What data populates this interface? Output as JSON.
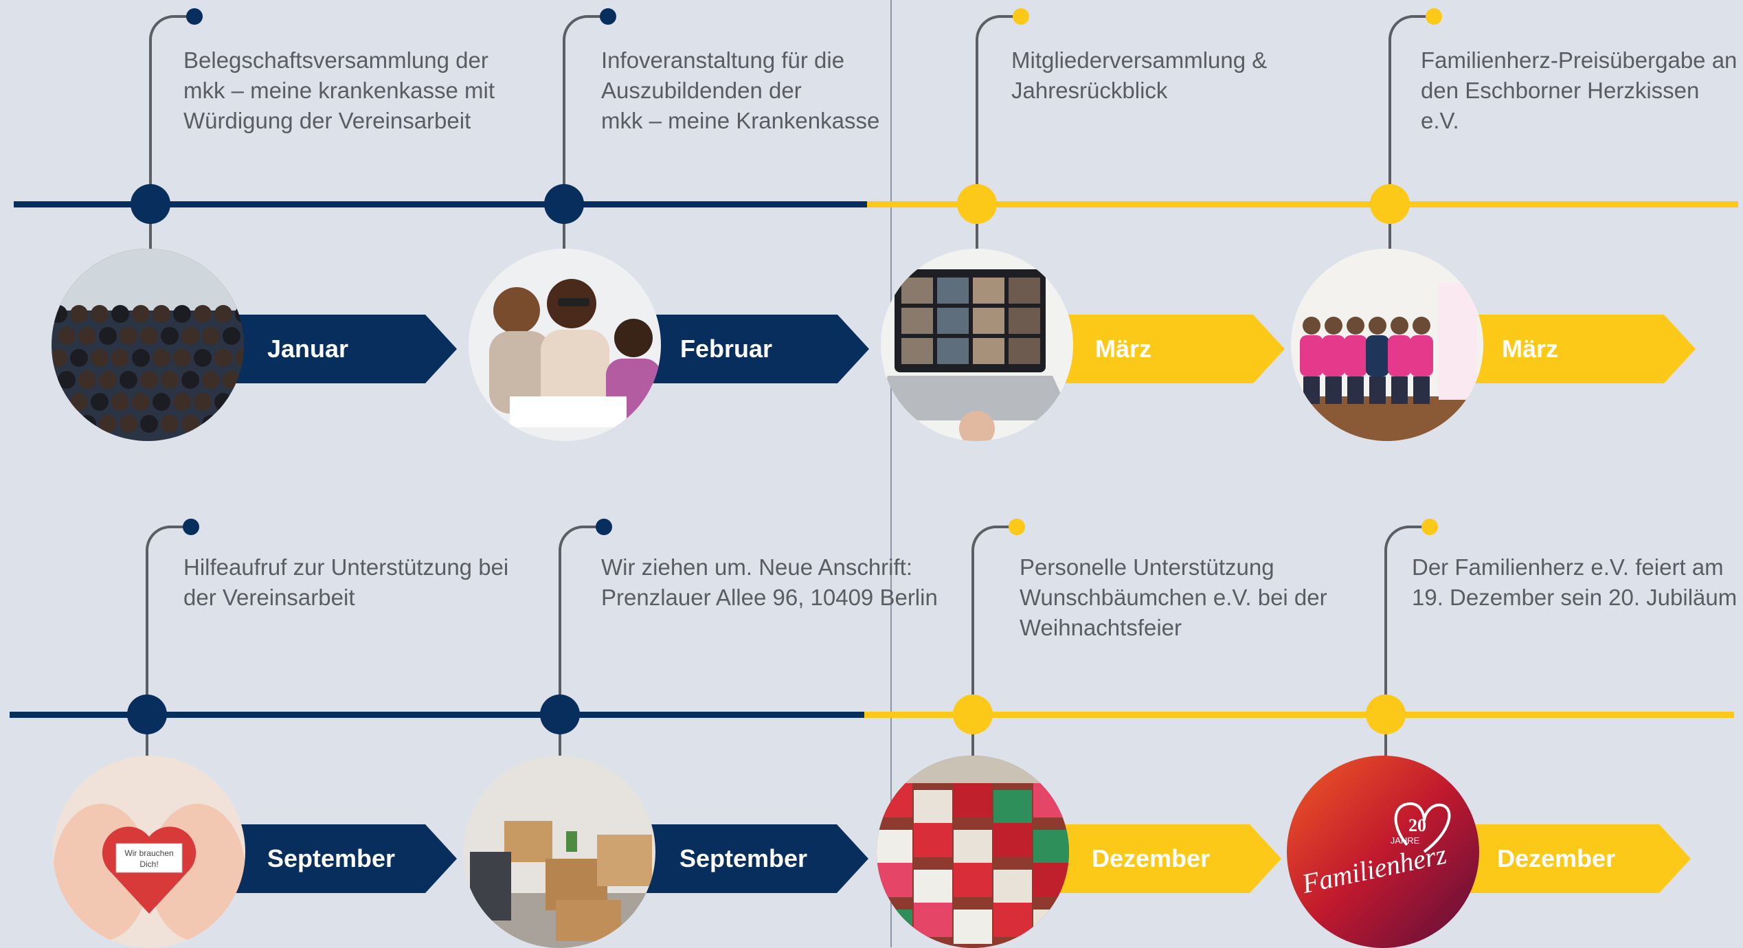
{
  "colors": {
    "navy": "#072e5c",
    "yellow": "#fcc919",
    "background": "#dde2ea",
    "text": "#5a5c61"
  },
  "rows": [
    {
      "items": [
        {
          "month": "Januar",
          "color": "navy",
          "image": "audience-photo",
          "description": "Belegschaftsversammlung der\nmkk – meine krankenkasse mit\nWürdigung der Vereinsarbeit"
        },
        {
          "month": "Februar",
          "color": "navy",
          "image": "trainees-photo",
          "description": "Infoveranstaltung für die\nAuszubildenden der\nmkk – meine Krankenkasse"
        },
        {
          "month": "März",
          "color": "yellow",
          "image": "video-call-laptop-photo",
          "description": "Mitgliederversammlung &\nJahresrückblick"
        },
        {
          "month": "März",
          "color": "yellow",
          "image": "group-pink-shirts-photo",
          "description": "Familienherz-Preisübergabe an\nden Eschborner Herzkissen e.V."
        }
      ]
    },
    {
      "items": [
        {
          "month": "September",
          "color": "navy",
          "image": "hands-heart-photo",
          "image_text": "Wir brauchen Dich!",
          "description": "Hilfeaufruf zur Unterstützung bei\nder Vereinsarbeit"
        },
        {
          "month": "September",
          "color": "navy",
          "image": "moving-boxes-photo",
          "description": "Wir ziehen um. Neue Anschrift:\nPrenzlauer Allee 96, 10409 Berlin"
        },
        {
          "month": "Dezember",
          "color": "yellow",
          "image": "gift-packages-photo",
          "description": "Personelle Unterstützung\nWunschbäumchen e.V. bei der\nWeihnachtsfeier"
        },
        {
          "month": "Dezember",
          "color": "yellow",
          "image": "familienherz-logo",
          "logo_text": "Familienherz",
          "logo_badge": "20",
          "logo_badge_sub": "JAHRE",
          "description": "Der Familienherz e.V. feiert am\n19. Dezember sein 20. Jubiläum"
        }
      ]
    }
  ]
}
